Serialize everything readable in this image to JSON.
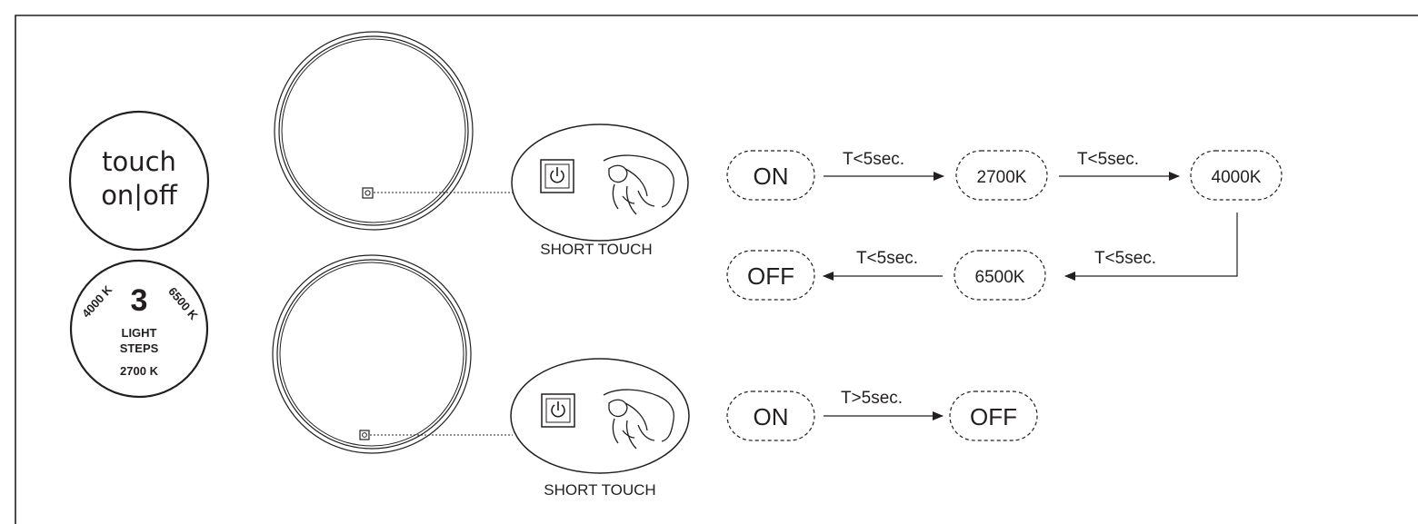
{
  "badge_touch": {
    "line1": "touch",
    "line2": "on|off"
  },
  "badge_steps": {
    "number": "3",
    "left_temp": "4000 K",
    "right_temp": "6500 K",
    "line1": "LIGHT",
    "line2": "STEPS",
    "bottom_temp": "2700 K"
  },
  "touch_label_top": "SHORT TOUCH",
  "touch_label_bottom": "SHORT TOUCH",
  "flow_top": {
    "state_on": "ON",
    "state_2700": "2700K",
    "state_4000": "4000K",
    "state_6500": "6500K",
    "state_off": "OFF",
    "t1": "T<5sec.",
    "t2": "T<5sec.",
    "t3": "T<5sec.",
    "t4": "T<5sec."
  },
  "flow_bottom": {
    "state_on": "ON",
    "state_off": "OFF",
    "t1": "T>5sec."
  },
  "colors": {
    "ink": "#231f20",
    "frame": "#231f20",
    "background": "#ffffff"
  },
  "icons": [
    "power-button-icon",
    "hand-touch-icon",
    "touch-sensor-icon"
  ]
}
